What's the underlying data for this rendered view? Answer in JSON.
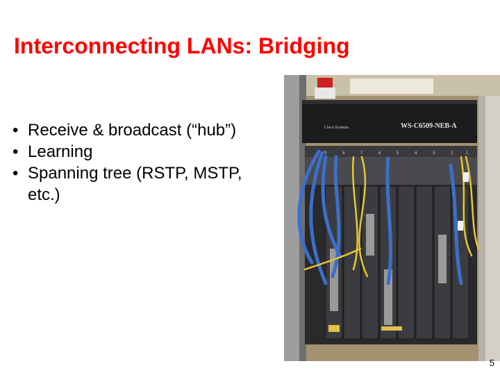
{
  "slide": {
    "title": "Interconnecting LANs: Bridging",
    "bullets": [
      "Receive & broadcast (“hub”)",
      "Learning",
      "Spanning tree (RSTP, MSTP, etc.)"
    ],
    "page_number": "5"
  },
  "photo": {
    "device_model": "WS-C6509-NEB-A",
    "brand": "Cisco Systems",
    "slot_numbers": [
      "9",
      "8",
      "7",
      "6",
      "5",
      "4",
      "3",
      "2",
      "1"
    ]
  },
  "colors": {
    "title": "#ff0000",
    "text": "#000000",
    "background": "#ffffff"
  }
}
